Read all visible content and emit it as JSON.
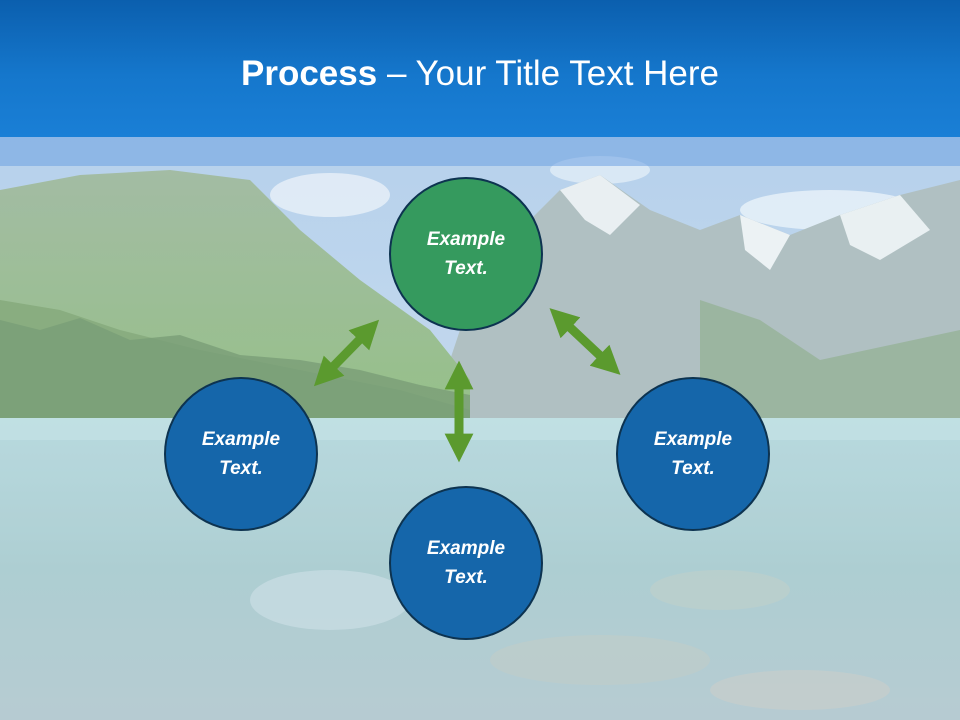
{
  "title": {
    "bold": "Process",
    "separator": " – ",
    "rest": "Your Title Text Here"
  },
  "nodes": {
    "top": "Example Text.",
    "left": "Example Text.",
    "right": "Example Text.",
    "bottom": "Example Text."
  },
  "colors": {
    "header": "#1577cc",
    "node_blue": "#1566aa",
    "node_green": "#359a5e",
    "node_border": "#0d3350",
    "arrow": "#5b9a2e"
  }
}
